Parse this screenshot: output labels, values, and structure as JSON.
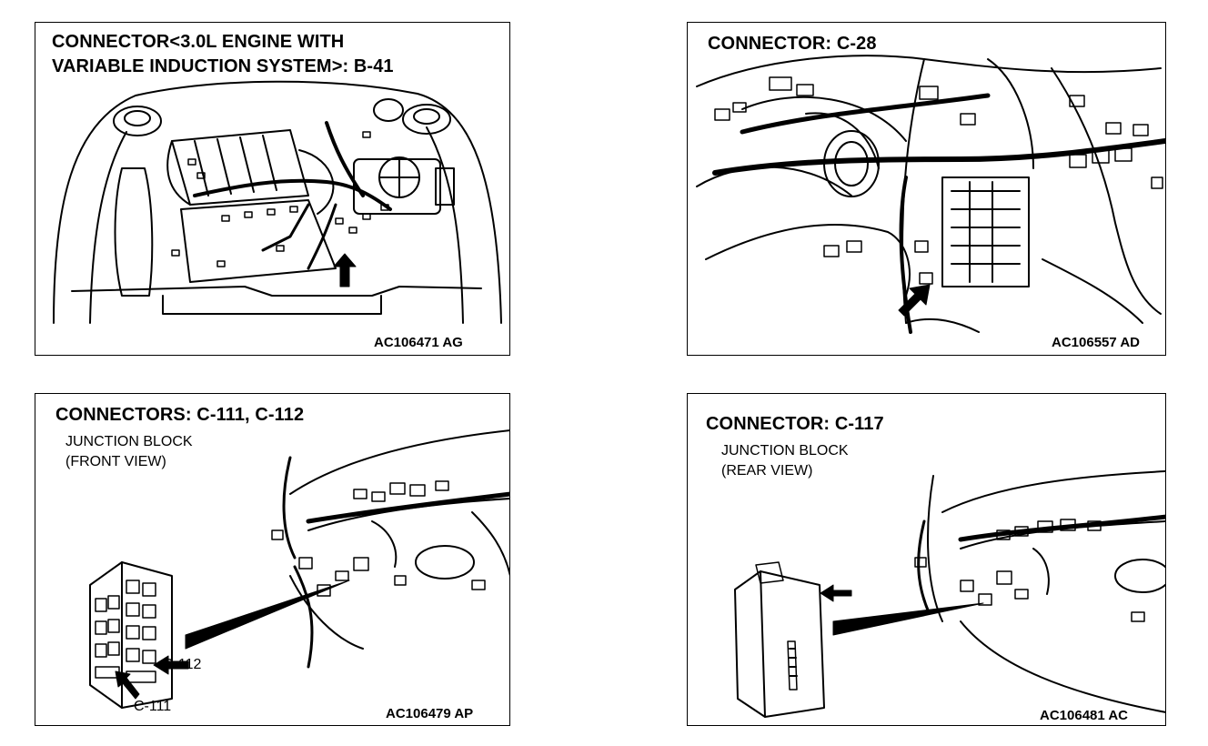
{
  "panels": [
    {
      "title_line1": "CONNECTOR<3.0L ENGINE WITH",
      "title_line2": "VARIABLE INDUCTION SYSTEM>: B-41",
      "code": "AC106471 AG"
    },
    {
      "title": "CONNECTOR: C-28",
      "code": "AC106557 AD"
    },
    {
      "title": "CONNECTORS: C-111, C-112",
      "subtitle_line1": "JUNCTION BLOCK",
      "subtitle_line2": "(FRONT VIEW)",
      "label_c112": "C-112",
      "label_c111": "C-111",
      "code": "AC106479 AP"
    },
    {
      "title": "CONNECTOR: C-117",
      "subtitle_line1": "JUNCTION BLOCK",
      "subtitle_line2": "(REAR VIEW)",
      "code": "AC106481 AC"
    }
  ]
}
